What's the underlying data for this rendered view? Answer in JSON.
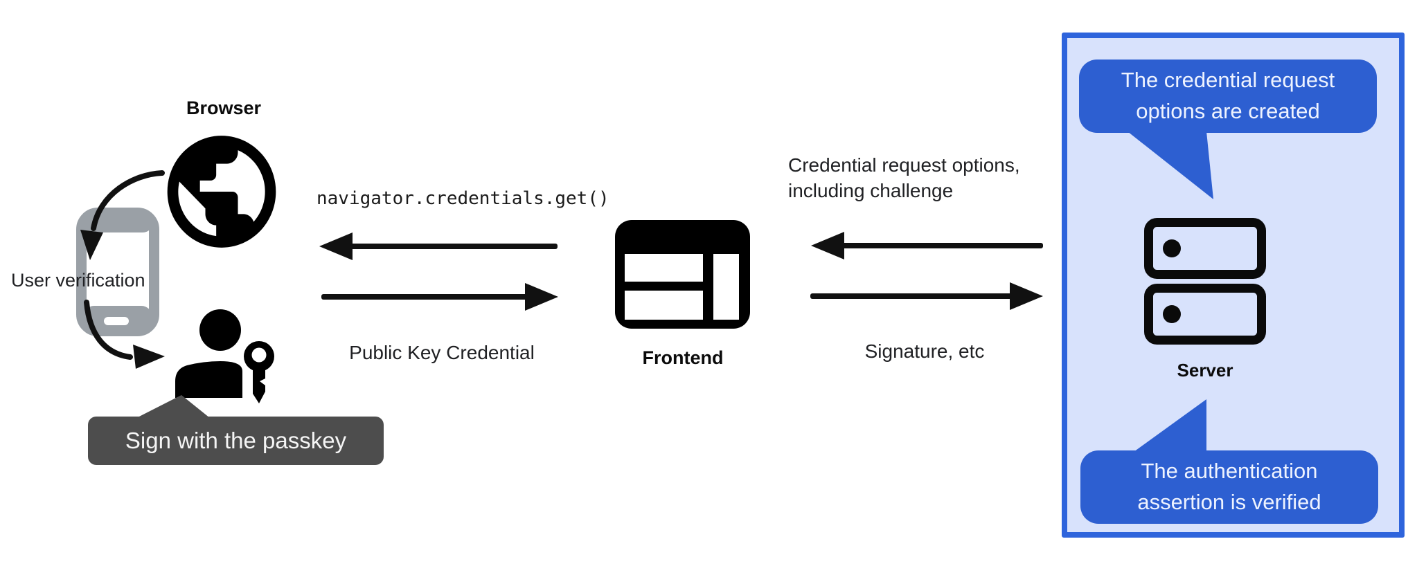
{
  "colors": {
    "accent_blue": "#2d5fd1",
    "panel_background": "#d8e2fc",
    "panel_border": "#2e64dc",
    "tooltip_gray": "#4d4d4d",
    "phone_gray": "#9aa0a6",
    "arrow_black": "#111111",
    "text_dark": "#202124",
    "bubble_text": "#eef3ff"
  },
  "icons": {
    "browser": "globe-browser-icon",
    "phone": "smartphone-icon",
    "user": "person-passkey-icon",
    "frontend": "browser-window-icon",
    "server": "server-stack-icon"
  },
  "left": {
    "browser_label": "Browser",
    "user_verification_label": "User verification",
    "passkey_tooltip_label": "Sign with the passkey"
  },
  "center": {
    "code_call_label": "navigator.credentials.get()",
    "public_key_credential_label": "Public Key Credential",
    "frontend_label": "Frontend"
  },
  "right": {
    "credential_request_line1": "Credential request options,",
    "credential_request_line2": "including challenge",
    "signature_label": "Signature, etc"
  },
  "server_panel": {
    "server_label": "Server",
    "bubble_top": {
      "line1": "The credential request",
      "line2": "options are created"
    },
    "bubble_bottom": {
      "line1": "The authentication",
      "line2": "assertion is verified"
    }
  }
}
